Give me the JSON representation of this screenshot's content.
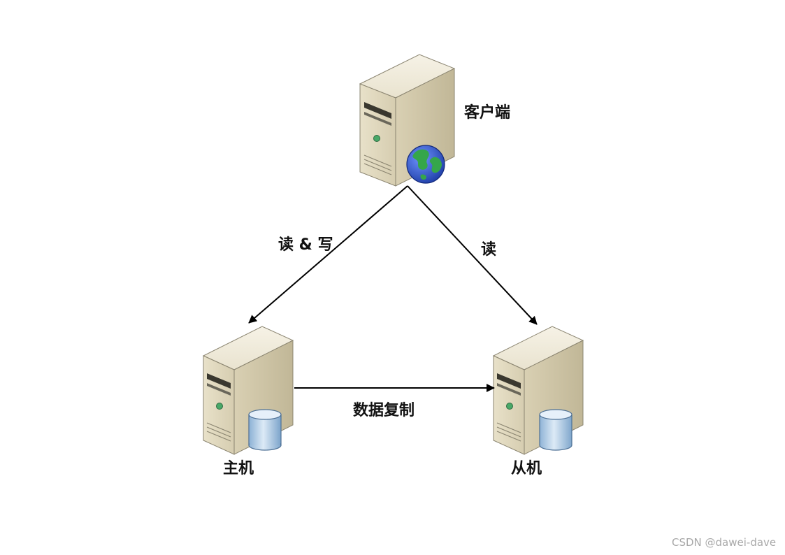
{
  "nodes": {
    "client": {
      "label": "客户端"
    },
    "master": {
      "label": "主机"
    },
    "slave": {
      "label": "从机"
    }
  },
  "edges": {
    "client_to_master": {
      "label": "读 & 写"
    },
    "client_to_slave": {
      "label": "读"
    },
    "master_to_slave": {
      "label": "数据复制"
    }
  },
  "watermark": {
    "text": "CSDN @dawei-dave"
  },
  "colors": {
    "server_body": "#ddd5bb",
    "server_side": "#c9c0a3",
    "server_top": "#f1ecdc",
    "arrow": "#000000",
    "globe_ocean": "#2b52c8",
    "globe_land": "#35a64a",
    "database": "#a9c8e6"
  }
}
